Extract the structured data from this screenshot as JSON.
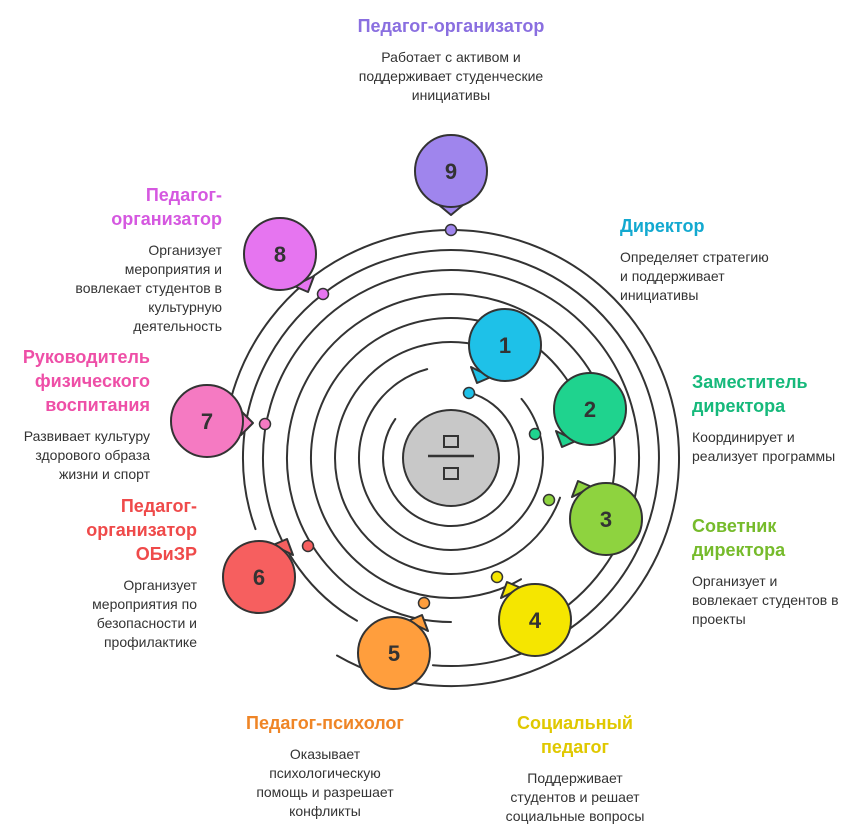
{
  "center": {
    "icon": "divide-icon",
    "color": "#c8c8c8"
  },
  "roles": [
    {
      "num": "1",
      "color": "#1ec1e8",
      "title": "Директор",
      "desc": "Определяет стратегию\nи поддерживает\nинициативы"
    },
    {
      "num": "2",
      "color": "#1fd38e",
      "title": "Заместитель\nдиректора",
      "desc": "Координирует и\nреализует программы"
    },
    {
      "num": "3",
      "color": "#8ed33f",
      "title": "Советник\nдиректора",
      "desc": "Организует и\nвовлекает студентов в\nпроекты"
    },
    {
      "num": "4",
      "color": "#f5e600",
      "title": "Социальный\nпедагог",
      "desc": "Поддерживает\nстудентов и решает\nсоциальные вопросы"
    },
    {
      "num": "5",
      "color": "#ff9e3d",
      "title": "Педагог-психолог",
      "desc": "Оказывает\nпсихологическую\nпомощь и разрешает\nконфликты"
    },
    {
      "num": "6",
      "color": "#f65f5f",
      "title": "Педагог-\nорганизатор\nОБиЗР",
      "desc": "Организует\nмероприятия по\nбезопасности и\nпрофилактике"
    },
    {
      "num": "7",
      "color": "#f57ac2",
      "title": "Руководитель\nфизического\nвоспитания",
      "desc": "Развивает культуру\nздорового образа\nжизни и спорт"
    },
    {
      "num": "8",
      "color": "#e675f0",
      "title": "Педагог-\nорганизатор",
      "desc": "Организует\nмероприятия и\nвовлекает студентов в\nкультурную\nдеятельность"
    },
    {
      "num": "9",
      "color": "#9f85ed",
      "title": "Педагог-организатор",
      "desc": "Работает с активом и\nподдерживает студенческие\nинициативы"
    }
  ],
  "text_colors": {
    "1": "#13a9d0",
    "2": "#16b97b",
    "3": "#76bb2b",
    "4": "#e0c800",
    "5": "#ef8526",
    "6": "#ef4a4a",
    "7": "#ee4fa7",
    "8": "#d558e0",
    "9": "#8a6fe0"
  }
}
